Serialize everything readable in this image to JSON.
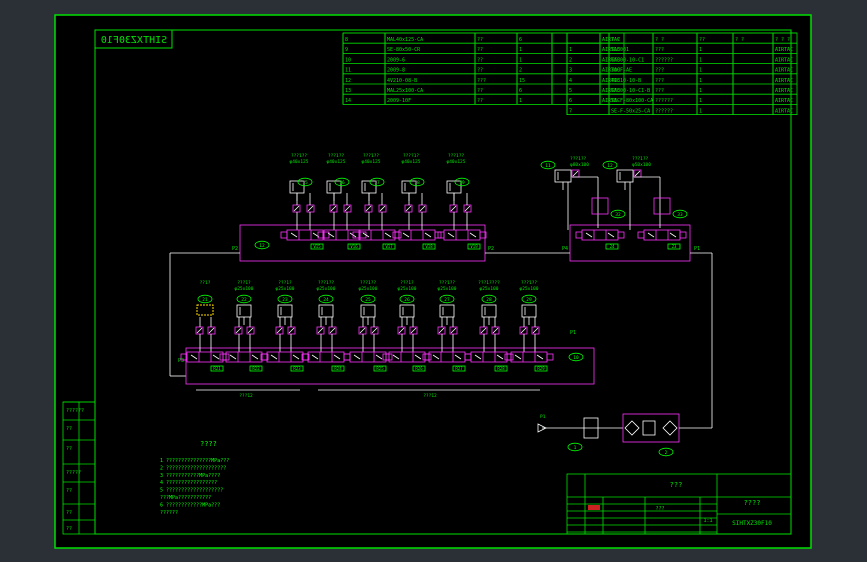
{
  "drawing": {
    "stamp_mirrored": "SIHTXZ30F10",
    "notes_title": "????",
    "notes": [
      "1 ???????????????MPa???",
      "2 ????????????????????",
      "3 ???????????MPa????",
      "4 ?????????????????",
      "5 ???????????????????",
      "  ???MPa???????????",
      "6 ????????????MPa???",
      "  ??????"
    ],
    "title_block": {
      "name": "???",
      "sub_name": "????",
      "drawing_no": "SIHTXZ30F10",
      "scale": "???",
      "sheet": "1:1"
    },
    "left_strip": [
      "??????",
      "??",
      "??",
      "?????",
      "??",
      "??",
      "??"
    ],
    "colors": {
      "background": "#000000",
      "frame": "#00e000",
      "component": "#ff33ff",
      "line": "#ffffff",
      "bubble": "#00ff00"
    }
  },
  "bom_left": [
    {
      "no": "8",
      "code": "MAL40x125-CA",
      "name": "??",
      "qty": "6",
      "mat": "",
      "vendor": "AIRTAC"
    },
    {
      "no": "9",
      "code": "SE-80x50-CR",
      "name": "??",
      "qty": "1",
      "mat": "",
      "vendor": "AIRTAC"
    },
    {
      "no": "10",
      "code": "2009-6",
      "name": "??",
      "qty": "1",
      "mat": "",
      "vendor": "AIRTAC"
    },
    {
      "no": "11",
      "code": "2009-8",
      "name": "??",
      "qty": "2",
      "mat": "",
      "vendor": "AIRTAC"
    },
    {
      "no": "12",
      "code": "4V210-08-B",
      "name": "???",
      "qty": "15",
      "mat": "",
      "vendor": "AIRTAC"
    },
    {
      "no": "13",
      "code": "MAL25x100-CA",
      "name": "??",
      "qty": "6",
      "mat": "",
      "vendor": "AIRTAC"
    },
    {
      "no": "14",
      "code": "2009-10F",
      "name": "??",
      "qty": "1",
      "mat": "",
      "vendor": "AIRTAC"
    }
  ],
  "bom_right": [
    {
      "no": "",
      "code": "?  ?",
      "name": "?  ?",
      "qty": "??",
      "mat": "?  ?",
      "vendor": "? ? ?"
    },
    {
      "no": "1",
      "code": "SL3001",
      "name": "???",
      "qty": "1",
      "mat": "",
      "vendor": "AIRTAC"
    },
    {
      "no": "2",
      "code": "GF300-10-C1",
      "name": "??????",
      "qty": "1",
      "mat": "",
      "vendor": "AIRTAC"
    },
    {
      "no": "3",
      "code": "300F-AE",
      "name": "???",
      "qty": "1",
      "mat": "",
      "vendor": "AIRTAC"
    },
    {
      "no": "4",
      "code": "4V310-10-B",
      "name": "???",
      "qty": "1",
      "mat": "",
      "vendor": "AIRTAC"
    },
    {
      "no": "5",
      "code": "GF300-10-C1-B",
      "name": "???",
      "qty": "1",
      "mat": "",
      "vendor": "AIRTAC"
    },
    {
      "no": "6",
      "code": "SE-F-80x100-CA",
      "name": "??????",
      "qty": "1",
      "mat": "",
      "vendor": "AIRTAC"
    },
    {
      "no": "7",
      "code": "SE-F-50x25-CA",
      "name": "??????",
      "qty": "1",
      "mat": "",
      "vendor": "AIRTAC"
    }
  ],
  "schematic": {
    "row1_labels": [
      {
        "id": "15",
        "top": "???1??",
        "sub": "φ40x125"
      },
      {
        "id": "16",
        "top": "???1??",
        "sub": "φ40x125"
      },
      {
        "id": "17",
        "top": "???1??",
        "sub": "φ40x125"
      },
      {
        "id": "18",
        "top": "????1?",
        "sub": "φ40x125"
      },
      {
        "id": "19",
        "top": "???1??",
        "sub": "φ40x125"
      }
    ],
    "row1_valves": [
      "V15",
      "V16",
      "V17",
      "V18",
      "V19"
    ],
    "row1_manifold_label": "12",
    "right_group_labels": [
      {
        "id": "11",
        "top": "???1??",
        "sub": "φ80x100"
      },
      {
        "id": "12",
        "top": "???1??",
        "sub": "φ50x100"
      }
    ],
    "right_group_valves": [
      "24",
      "23"
    ],
    "right_group_flow": [
      "32",
      "33"
    ],
    "row2_labels": [
      {
        "id": "21",
        "top": "??1?",
        "sub": ""
      },
      {
        "id": "22",
        "top": "???1?",
        "sub": "φ25x100"
      },
      {
        "id": "23",
        "top": "???1?",
        "sub": "φ25x100"
      },
      {
        "id": "24",
        "top": "???1??",
        "sub": "φ25x100"
      },
      {
        "id": "25",
        "top": "???1??",
        "sub": "φ25x100"
      },
      {
        "id": "26",
        "top": "???1?",
        "sub": "φ25x100"
      },
      {
        "id": "27",
        "top": "???1??",
        "sub": "φ25x100"
      },
      {
        "id": "28",
        "top": "???1????",
        "sub": "φ25x100"
      },
      {
        "id": "29",
        "top": "???1??",
        "sub": "φ25x100"
      }
    ],
    "row2_valves": [
      "R21",
      "R22",
      "R23",
      "R24",
      "R25",
      "R26",
      "R27",
      "R28",
      "R29"
    ],
    "row2_extra": "10",
    "row2_braces": [
      "???12",
      "???12"
    ],
    "supply": {
      "port": "P1",
      "source_label": "1",
      "frl_label": "2"
    },
    "port_labels": {
      "p1": "P1",
      "p2": "P2",
      "p3": "P3",
      "p4": "P4"
    }
  }
}
